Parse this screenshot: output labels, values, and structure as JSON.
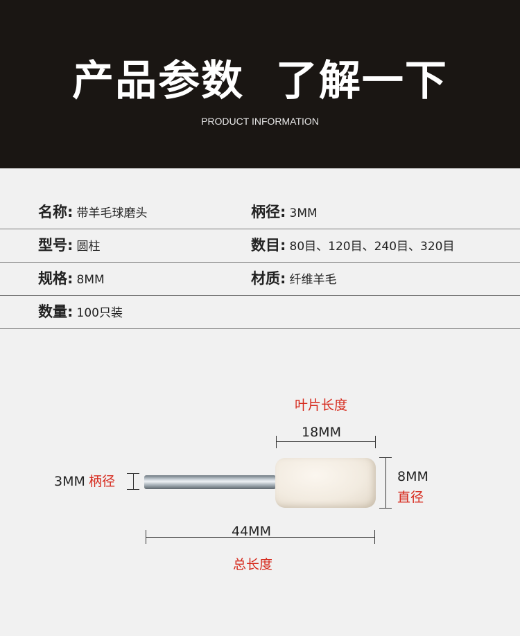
{
  "header": {
    "title": "产品参数  了解一下",
    "subtitle": "PRODUCT INFORMATION"
  },
  "specs": [
    {
      "left": {
        "label": "名称:",
        "value": "带羊毛球磨头"
      },
      "right": {
        "label": "柄径:",
        "value": "3MM"
      }
    },
    {
      "left": {
        "label": "型号:",
        "value": "圆柱"
      },
      "right": {
        "label": "数目:",
        "value": "80目、120目、240目、320目"
      }
    },
    {
      "left": {
        "label": "规格:",
        "value": "8MM"
      },
      "right": {
        "label": "材质:",
        "value": "纤维羊毛"
      }
    },
    {
      "left": {
        "label": "数量:",
        "value": "100只装"
      },
      "right": {
        "label": "",
        "value": ""
      }
    }
  ],
  "diagram": {
    "blade_length_label": "叶片长度",
    "blade_length_value": "18MM",
    "shank_value": "3MM",
    "shank_label": "柄径",
    "diameter_value": "8MM",
    "diameter_label": "直径",
    "total_length_value": "44MM",
    "total_length_label": "总长度"
  },
  "colors": {
    "header_bg": "#1a1613",
    "page_bg": "#f1f1f1",
    "accent_red": "#d6281b"
  }
}
